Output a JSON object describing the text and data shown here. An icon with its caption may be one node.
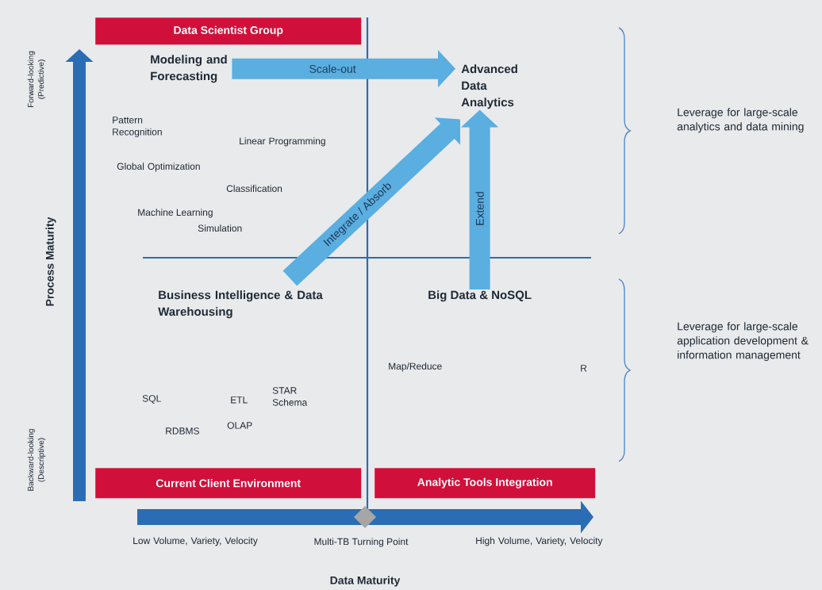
{
  "diagram": {
    "nodes": [
      {
        "text": [
          "Data Scientist Group"
        ]
      },
      {
        "text": [
          "Modeling and Forecasting"
        ]
      },
      {
        "text": [
          "Advanced Data Analytics"
        ]
      },
      {
        "text": [
          "Business Intelligence & Data Warehousing"
        ]
      },
      {
        "text": [
          "Big Data & NoSQL"
        ]
      },
      {
        "text": [
          "Current Client Environment"
        ]
      },
      {
        "text": [
          "Analytic Tools Integration"
        ]
      }
    ],
    "edges": [
      {
        "from": 1,
        "to": 2,
        "arrow": "to",
        "label": "Scale-out"
      },
      {
        "from": 3,
        "to": 2,
        "arrow": "to",
        "label": "Integrate / Absorb"
      },
      {
        "from": 4,
        "to": 2,
        "arrow": "to",
        "label": "Extend"
      }
    ],
    "labels": [
      "Forward-looking (Predictive)",
      "Process Maturity",
      "Backward-looking (Descriptive)",
      "Pattern Recognition",
      "Linear Programming",
      "Global Optimization",
      "Classification",
      "Machine Learning",
      "Simulation",
      "Leverage for large-scale analytics and data mining",
      "SQL",
      "ETL",
      "STAR Schema",
      "RDBMS",
      "OLAP",
      "Map/Reduce",
      "R",
      "Leverage for large-scale application development & information management",
      "Low Volume, Variety, Velocity",
      "Multi-TB Turning Point",
      "High Volume, Variety, Velocity",
      "Data Maturity"
    ]
  }
}
